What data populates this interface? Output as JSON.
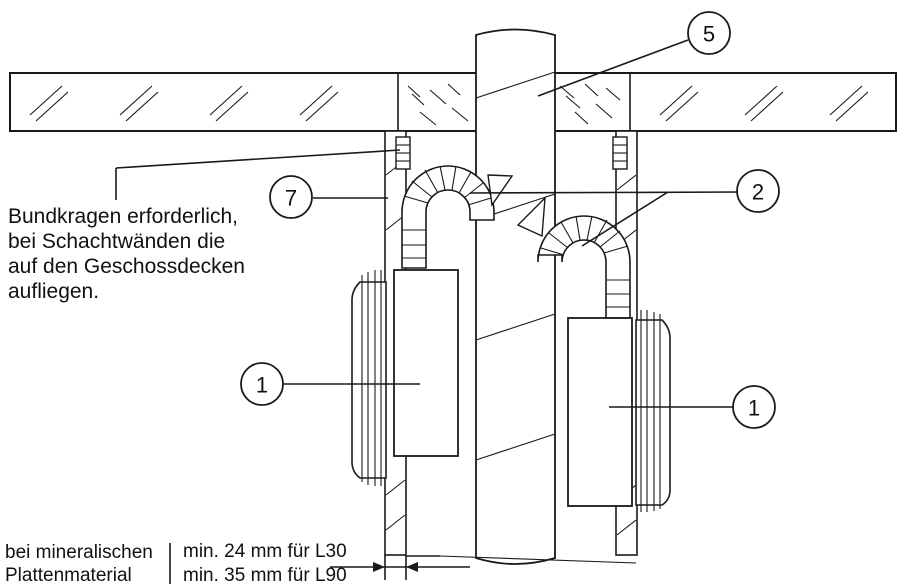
{
  "callouts": {
    "c1_left": "1",
    "c1_right": "1",
    "c2": "2",
    "c5": "5",
    "c7": "7"
  },
  "note": {
    "line1": "Bundkragen erforderlich,",
    "line2": "bei Schachtwänden die",
    "line3": "auf den Geschossdecken",
    "line4": "aufliegen."
  },
  "dimension": {
    "material_line1": "bei mineralischen",
    "material_line2": "Plattenmaterial",
    "l30": "min. 24 mm für L30",
    "l90": "min. 35 mm für L90"
  }
}
